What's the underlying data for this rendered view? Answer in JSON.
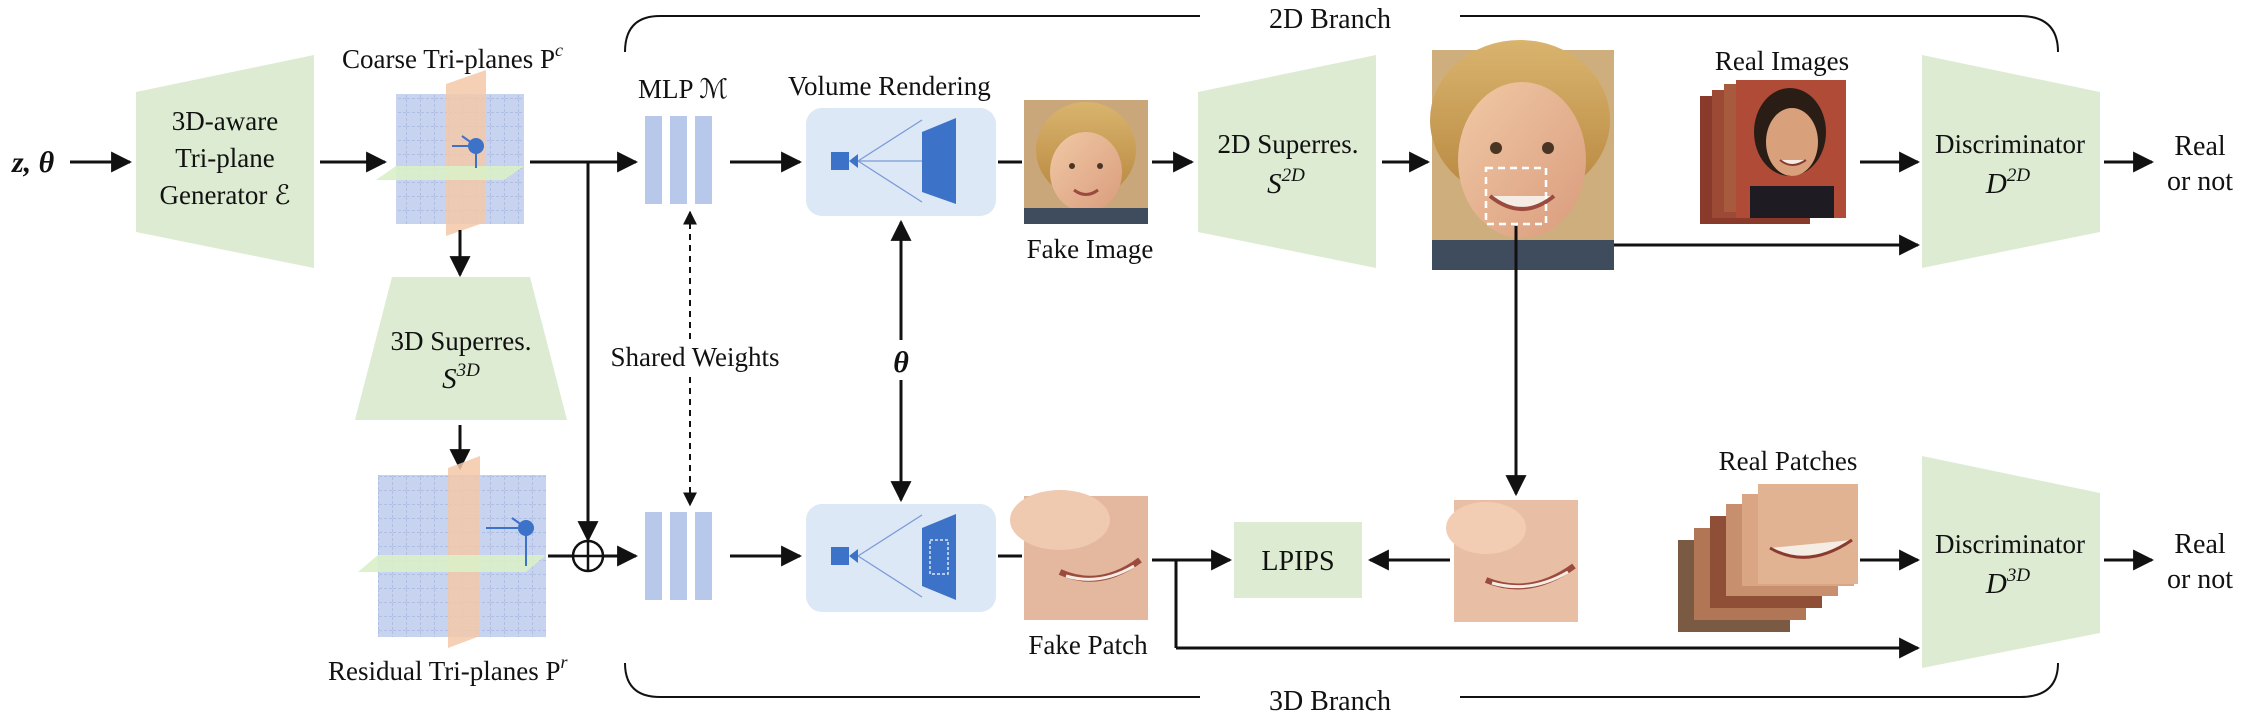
{
  "colors": {
    "module_fill": "#dcebd2",
    "mlp_fill": "#b8c8ea",
    "render_box": "#dce8f6",
    "render_blue": "#3d72c9",
    "plane_blue": "#c7d3ef",
    "plane_orange": "#f3c8a8",
    "plane_green": "#d9efc7",
    "arrow": "#111111"
  },
  "labels": {
    "input": "z, θ",
    "generator": [
      "3D-aware",
      "Tri-plane",
      "Generator ℰ"
    ],
    "coarse_triplanes": "Coarse Tri-planes P",
    "coarse_sup": "c",
    "residual_triplanes": "Residual Tri-planes P",
    "residual_sup": "r",
    "superres_3d": [
      "3D Superres.",
      "S",
      "3D"
    ],
    "mlp": "MLP ℳ",
    "shared_weights": "Shared Weights",
    "volume_rendering": "Volume Rendering",
    "theta": "θ",
    "fake_image": "Fake Image",
    "fake_patch": "Fake Patch",
    "superres_2d": [
      "2D Superres.",
      "S",
      "2D"
    ],
    "real_images": "Real Images",
    "real_patches": "Real Patches",
    "lpips": "LPIPS",
    "discriminator": "Discriminator",
    "disc_2d": [
      "D",
      "2D"
    ],
    "disc_3d": [
      "D",
      "3D"
    ],
    "real_or_not": [
      "Real",
      "or not"
    ],
    "branch_2d": "2D Branch",
    "branch_3d": "3D Branch"
  },
  "icons": [
    "camera-icon",
    "image-plane-icon",
    "tri-plane-icon",
    "plus-circle-icon",
    "face-photo-icon"
  ]
}
